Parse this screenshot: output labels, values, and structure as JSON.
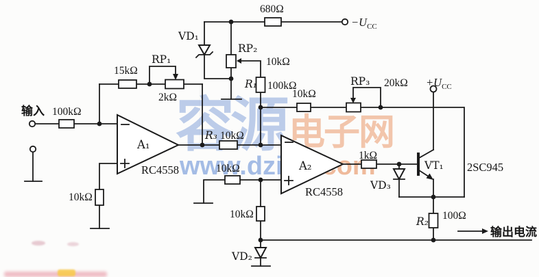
{
  "watermark": {
    "brand": "容源",
    "suffix": "电子网",
    "url_main": "www.dziuu",
    "url_tld": ".com",
    "blue": "#7b9cd8",
    "orange": "#e79a6e"
  },
  "io": {
    "input_label": "输入",
    "output_label": "输出电流"
  },
  "supplies": {
    "negative": {
      "label": "−U",
      "sub": "CC"
    },
    "positive": {
      "label": "+U",
      "sub": "CC"
    }
  },
  "opamps": [
    {
      "name": "A₁",
      "part": "RC4558"
    },
    {
      "name": "A₂",
      "part": "RC4558"
    }
  ],
  "transistor": {
    "name": "VT₁",
    "part": "2SC945"
  },
  "diodes": {
    "vd1": "VD₁",
    "vd2": "VD₂",
    "vd3": "VD₃"
  },
  "potentiometers": {
    "rp1": {
      "name": "RP₁",
      "value": "2kΩ"
    },
    "rp2": {
      "name": "RP₂",
      "value": "10kΩ"
    },
    "rp3": {
      "name": "RP₃",
      "value": "20kΩ"
    }
  },
  "resistors": {
    "input_series": "100kΩ",
    "feedback_15k": "15kΩ",
    "supply_680": "680Ω",
    "r1": {
      "name": "R₁",
      "value": "100kΩ"
    },
    "r3": {
      "name": "R₃",
      "value": "10kΩ"
    },
    "sense_feedback_10k": "10kΩ",
    "a1_noninv_ground_10k": "10kΩ",
    "a2_noninv_ground_10k": "10kΩ",
    "base_series_1k": "1kΩ",
    "vd2_series_10k": "10kΩ",
    "r2": {
      "name": "R₂",
      "value": "100Ω"
    }
  }
}
